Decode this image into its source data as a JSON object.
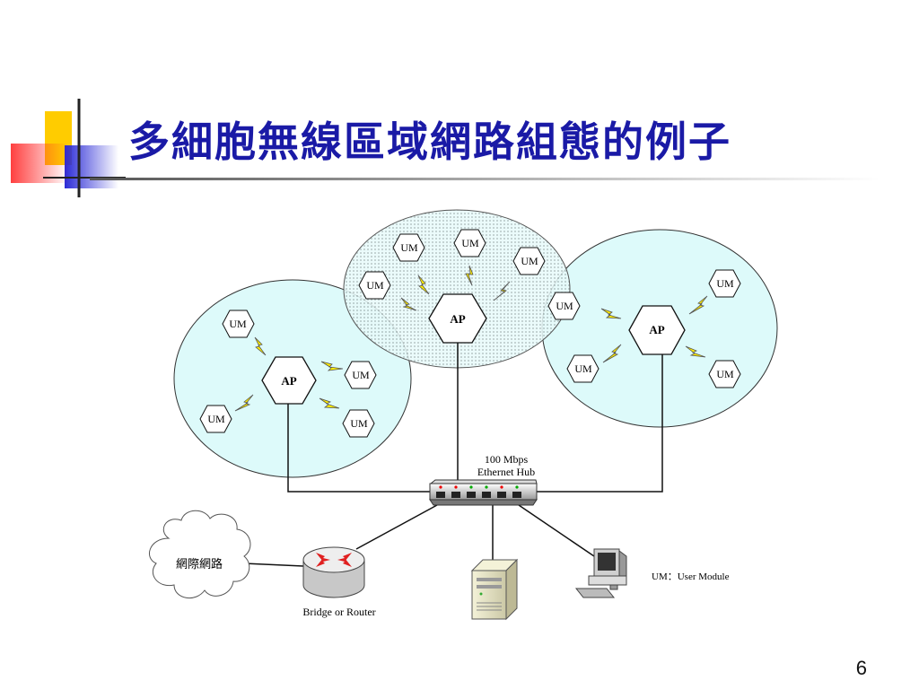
{
  "slide": {
    "title": "多細胞無線區域網路組態的例子",
    "page_number": "6"
  },
  "diagram": {
    "ap_label": "AP",
    "um_label": "UM",
    "hub_label_line1": "100 Mbps",
    "hub_label_line2": "Ethernet Hub",
    "internet_label": "網際網路",
    "router_label": "Bridge or Router",
    "legend": "UM：User Module"
  },
  "colors": {
    "title": "#1a1aa6",
    "cell_fill": "#ddfafa",
    "accent_yellow": "#ffcc00",
    "accent_red": "#ff3b3b",
    "accent_blue": "#2b2bd6",
    "lightning": "#ffee00"
  }
}
